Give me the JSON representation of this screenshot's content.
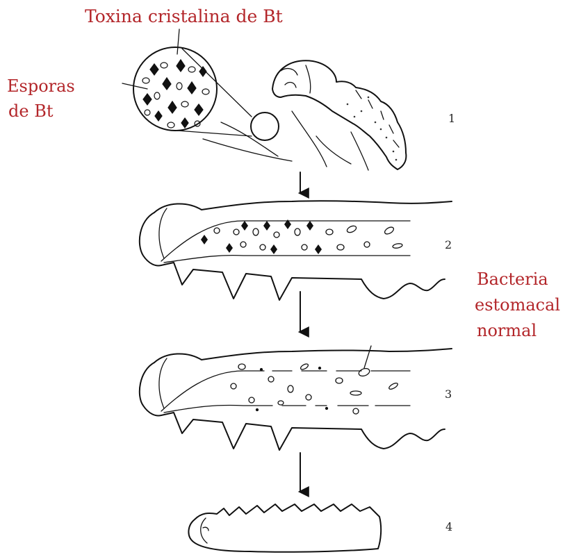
{
  "labels": {
    "toxin": "Toxina cristalina de Bt",
    "spores_line1": "Esporas",
    "spores_line2": "de Bt",
    "bacteria_line1": "Bacteria",
    "bacteria_line2": "estomacal",
    "bacteria_line3": "normal"
  },
  "steps": [
    "1",
    "2",
    "3",
    "4"
  ],
  "colors": {
    "label": "#b3262a",
    "ink": "#111111"
  }
}
